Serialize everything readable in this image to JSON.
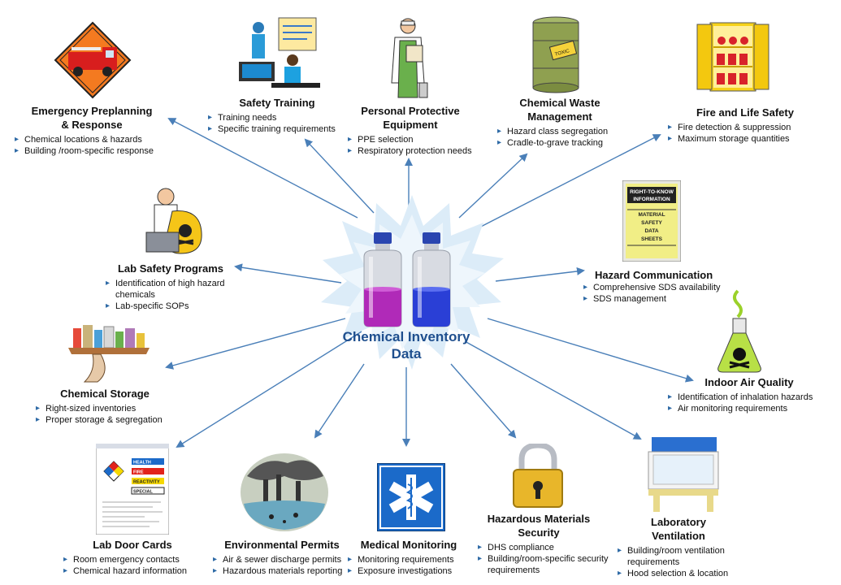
{
  "center": {
    "title_line1": "Chemical Inventory",
    "title_line2": "Data"
  },
  "nodes": {
    "emergency": {
      "title_line1": "Emergency  Preplanning",
      "title_line2": "& Response",
      "bullets": [
        "Chemical locations & hazards",
        "Building /room-specific response"
      ]
    },
    "training": {
      "title": "Safety Training",
      "bullets": [
        "Training  needs",
        "Specific training requirements"
      ]
    },
    "ppe": {
      "title_line1": "Personal Protective",
      "title_line2": "Equipment",
      "bullets": [
        "PPE selection",
        "Respiratory protection needs"
      ]
    },
    "waste": {
      "title_line1": "Chemical Waste",
      "title_line2": "Management",
      "bullets": [
        "Hazard class segregation",
        "Cradle-to-grave tracking"
      ]
    },
    "fire": {
      "title": "Fire and Life Safety",
      "bullets": [
        "Fire detection & suppression",
        "Maximum storage quantities"
      ]
    },
    "lab_safety": {
      "title": "Lab Safety Programs",
      "bullets": [
        "Identification of high hazard",
        "chemicals",
        "Lab-specific SOPs"
      ]
    },
    "hazcom": {
      "title": "Hazard Communication",
      "bullets": [
        "Comprehensive SDS availability",
        "SDS management"
      ],
      "poster_lines": [
        "RIGHT-TO-KNOW",
        "INFORMATION",
        "MATERIAL",
        "SAFETY",
        "DATA",
        "SHEETS"
      ]
    },
    "storage": {
      "title": "Chemical Storage",
      "bullets": [
        "Right-sized inventories",
        "Proper storage & segregation"
      ]
    },
    "iaq": {
      "title": "Indoor Air Quality",
      "bullets": [
        "Identification of  inhalation hazards",
        "Air monitoring requirements"
      ]
    },
    "door": {
      "title": "Lab Door Cards",
      "bullets": [
        "Room emergency contacts",
        "Chemical hazard information"
      ],
      "card_labels": [
        "HEALTH",
        "FIRE",
        "REACTIVITY",
        "SPECIAL"
      ]
    },
    "env": {
      "title": "Environmental Permits",
      "bullets": [
        "Air & sewer discharge permits",
        "Hazardous materials reporting"
      ]
    },
    "medical": {
      "title": "Medical Monitoring",
      "bullets": [
        "Monitoring requirements",
        "Exposure  investigations"
      ]
    },
    "hazmat": {
      "title_line1": "Hazardous Materials",
      "title_line2": "Security",
      "bullets": [
        "DHS compliance",
        "Building/room-specific security",
        "requirements"
      ]
    },
    "ventilation": {
      "title_line1": "Laboratory",
      "title_line2": "Ventilation",
      "bullets": [
        "Building/room ventilation",
        "requirements",
        "Hood selection & location"
      ]
    }
  },
  "colors": {
    "arrow": "#4a7fb8",
    "title_blue": "#1f4f8e",
    "bullet": "#2e6aa6",
    "liquid_purple": "#b02ab8",
    "liquid_blue": "#2a3fd6"
  }
}
